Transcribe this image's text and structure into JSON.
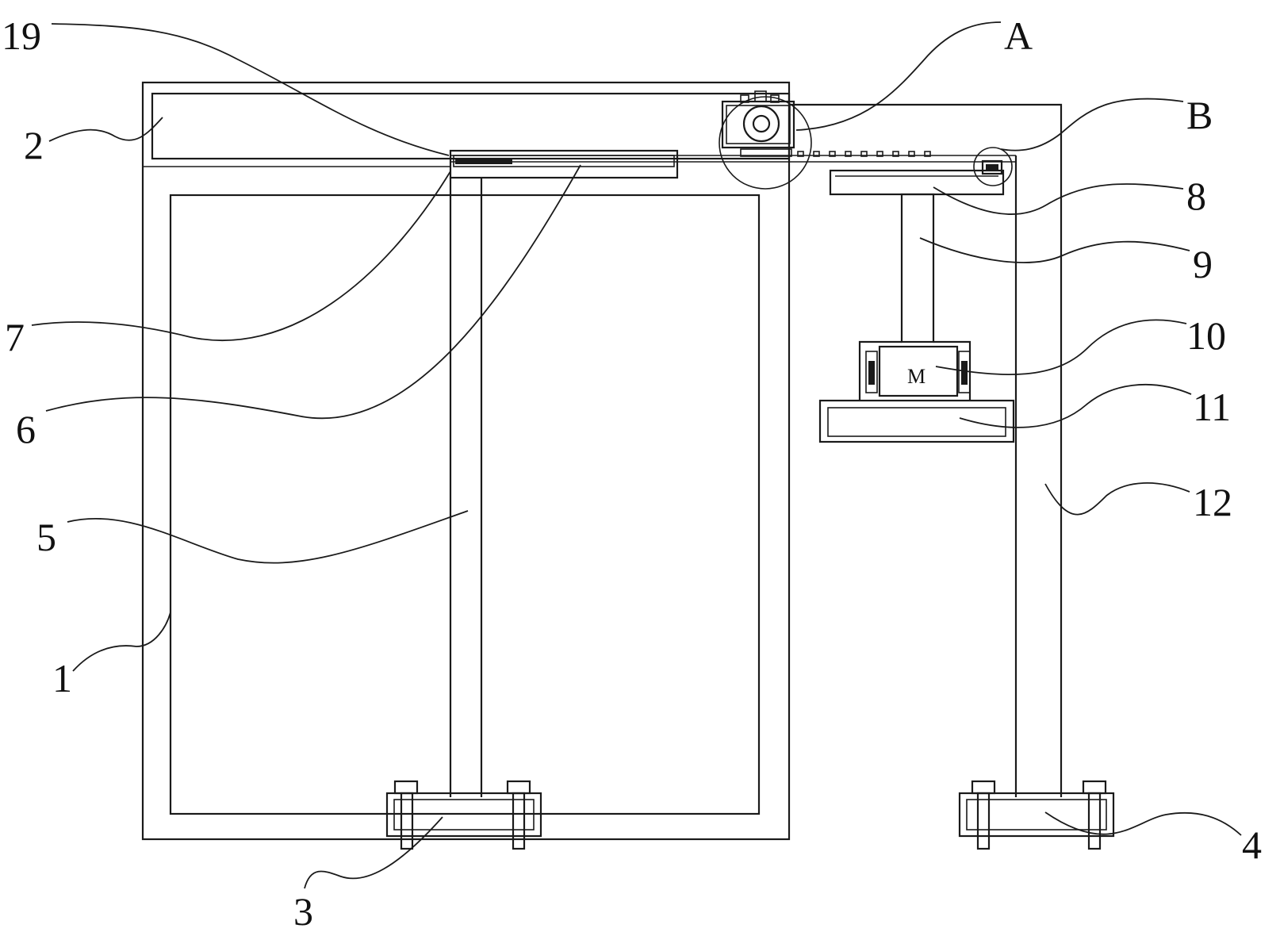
{
  "diagram": {
    "labels": {
      "l19": "19",
      "lA": "A",
      "lB": "B",
      "l2": "2",
      "l8": "8",
      "l9": "9",
      "l7": "7",
      "l10": "10",
      "l6": "6",
      "l11": "11",
      "l5": "5",
      "l12": "12",
      "l1": "1",
      "l3": "3",
      "l4": "4"
    },
    "motor_label": "M"
  }
}
